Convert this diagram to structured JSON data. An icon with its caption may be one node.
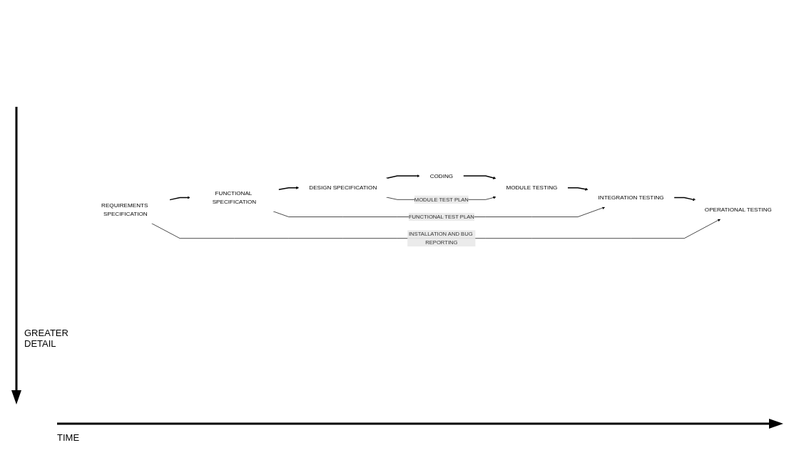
{
  "diagram": {
    "nodes": [
      {
        "text": [
          "REQUIREMENTS SPECIFICATION"
        ]
      },
      {
        "text": [
          "OPERATIONAL TESTING"
        ]
      },
      {
        "text": [
          "FUNCTIONAL SPECIFICATION"
        ]
      },
      {
        "text": [
          "INTEGRATION TESTING"
        ]
      },
      {
        "text": [
          "DESIGN SPECIFICATION"
        ]
      },
      {
        "text": [
          "MODULE TESTING"
        ]
      },
      {
        "text": [
          "CODING"
        ]
      }
    ],
    "edges": [
      {
        "from": 0,
        "to": 2,
        "arrow": "to"
      },
      {
        "from": 2,
        "to": 4,
        "arrow": "to"
      },
      {
        "from": 4,
        "to": 6,
        "arrow": "to"
      },
      {
        "from": 6,
        "to": 5,
        "arrow": "to"
      },
      {
        "from": 5,
        "to": 3,
        "arrow": "to"
      },
      {
        "from": 3,
        "to": 1,
        "arrow": "to"
      },
      {
        "from": 0,
        "to": 1,
        "arrow": "to",
        "label": "INSTALLATION AND BUG REPORTING"
      },
      {
        "from": 2,
        "to": 3,
        "arrow": "to",
        "label": "FUNCTIONAL TEST PLAN"
      },
      {
        "from": 4,
        "to": 5,
        "arrow": "to",
        "label": "MODULE TEST PLAN"
      }
    ],
    "labels": [
      "GREATER DETAIL",
      "TIME"
    ]
  }
}
